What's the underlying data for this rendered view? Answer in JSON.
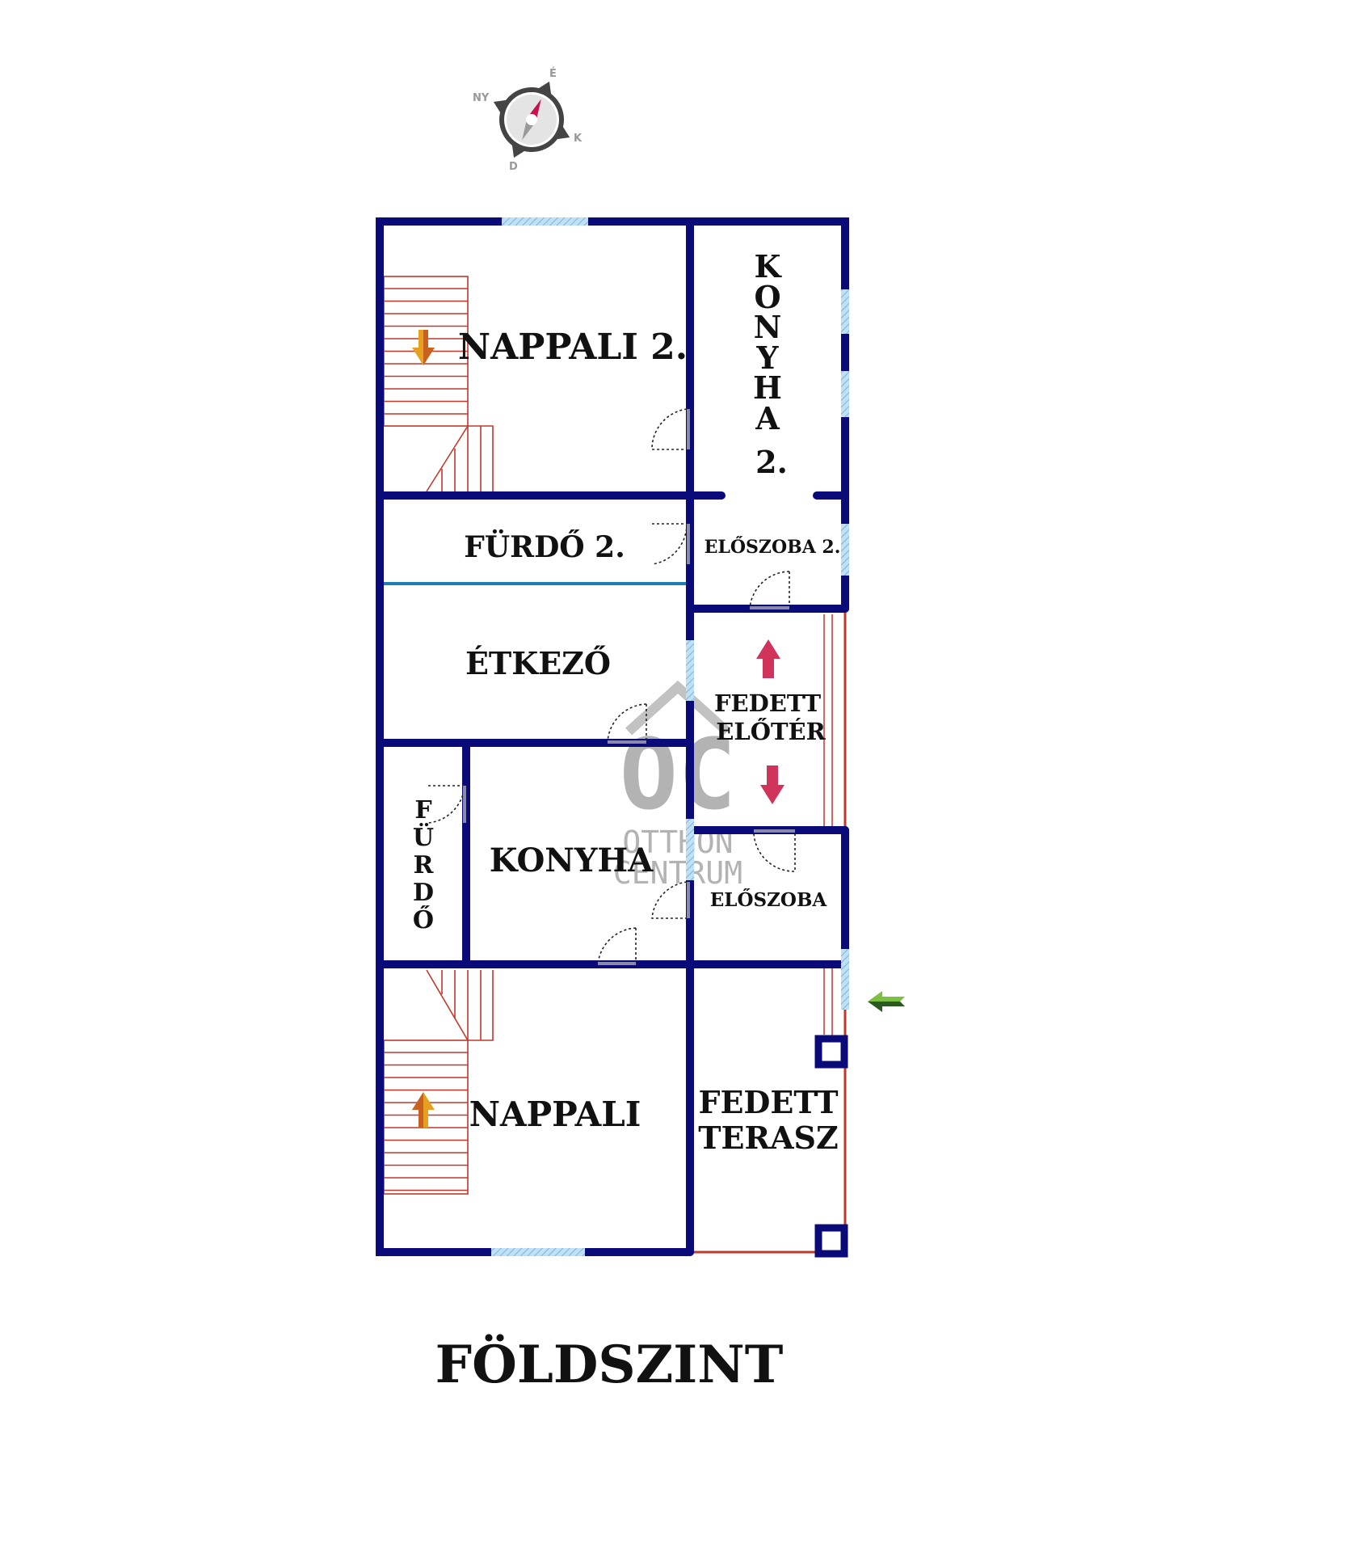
{
  "title": "FÖLDSZINT",
  "compass": {
    "north": "É",
    "east": "K",
    "south": "D",
    "west": "NY"
  },
  "watermark": {
    "logo": "OC",
    "line1": "OTTHON",
    "line2": "CENTRUM"
  },
  "rooms": {
    "nappali2": "NAPPALI 2.",
    "konyha2": [
      "K",
      "O",
      "N",
      "Y",
      "H",
      "A",
      "2."
    ],
    "furdo2": "FÜRDŐ 2.",
    "eloszoba2": "ELŐSZOBA 2.",
    "etkezo": "ÉTKEZŐ",
    "fedett_eloter": [
      "FEDETT",
      "ELŐTÉR"
    ],
    "furdo": [
      "F",
      "Ü",
      "R",
      "D",
      "Ő"
    ],
    "konyha": "KONYHA",
    "eloszoba": "ELŐSZOBA",
    "nappali": "NAPPALI",
    "fedett_terasz": [
      "FEDETT",
      "TERASZ"
    ]
  },
  "colors": {
    "wall": "#0a0a78",
    "window": "#9cc8e8",
    "stairs": "#c0392b",
    "divider": "#1f7fb5",
    "entry_arrow": "#5a9a2a",
    "direction_arrow": "#d0345a",
    "stair_arrow": "#e8a020"
  }
}
